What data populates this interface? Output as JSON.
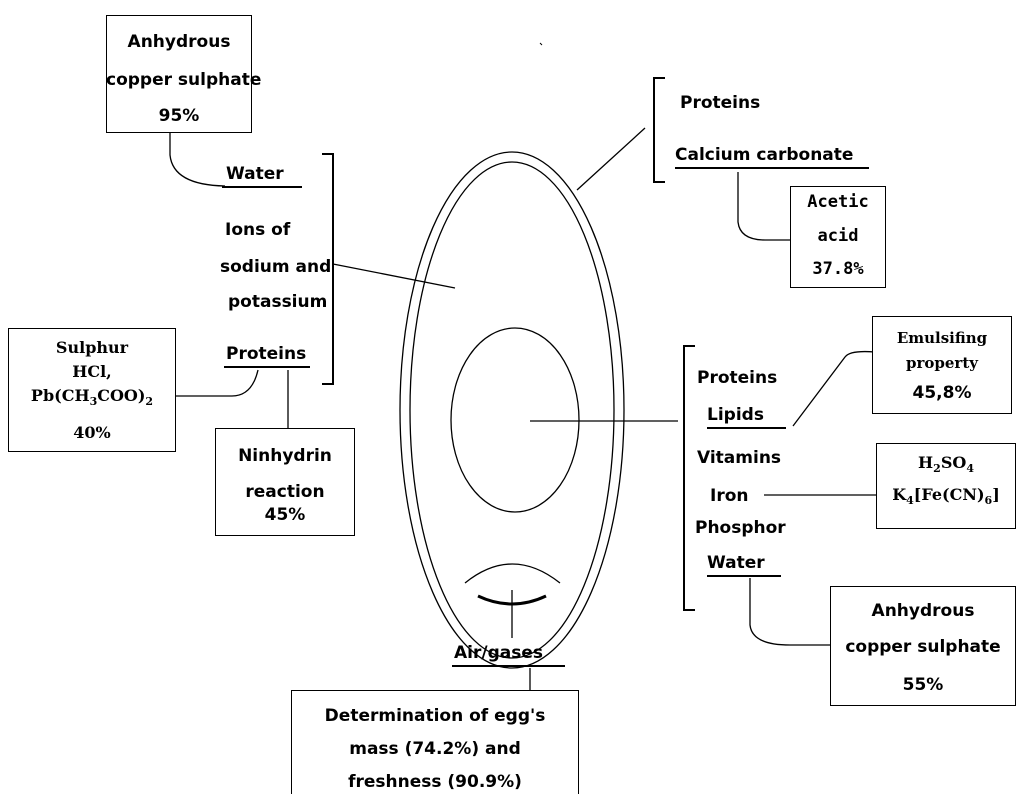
{
  "egg": {
    "shell": {
      "components": [
        "Proteins",
        "Calcium carbonate"
      ],
      "test": {
        "reagent_line1": "Acetic",
        "reagent_line2": "acid",
        "result": "37.8%"
      }
    },
    "white": {
      "components": [
        "Water",
        "Ions of",
        "sodium and",
        "potassium",
        "Proteins"
      ],
      "water_test": {
        "line1": "Anhydrous",
        "line2": "copper sulphate",
        "result": "95%"
      },
      "protein_sulphur_test": {
        "line1": "Sulphur",
        "line2": "HCl,",
        "line3_prefix": "Pb(CH",
        "line3_sub1": "3",
        "line3_mid": "COO)",
        "line3_sub2": "2",
        "result": "40%"
      },
      "protein_ninhydrin_test": {
        "line1": "Ninhydrin",
        "line2": "reaction",
        "result": "45%"
      }
    },
    "yolk": {
      "components": [
        "Proteins",
        "Lipids",
        "Vitamins",
        "Iron",
        "Phosphor",
        "Water"
      ],
      "lipid_test": {
        "line1": "Emulsifing",
        "line2": "property",
        "result": "45,8%"
      },
      "iron_test": {
        "line1_prefix": "H",
        "line1_sub1": "2",
        "line1_rest": "SO",
        "line1_sub2": "4",
        "line2_prefix": "K",
        "line2_sub1": "4",
        "line2_mid": "[Fe(CN)",
        "line2_sub2": "6",
        "line2_suffix": "]"
      },
      "water_test": {
        "line1": "Anhydrous",
        "line2": "copper sulphate",
        "result": "55%"
      }
    },
    "air_cell": {
      "label": "Air/gases",
      "test": {
        "line1": "Determination of egg's",
        "line2": "mass (74.2%) and",
        "line3": "freshness (90.9%)"
      }
    }
  }
}
